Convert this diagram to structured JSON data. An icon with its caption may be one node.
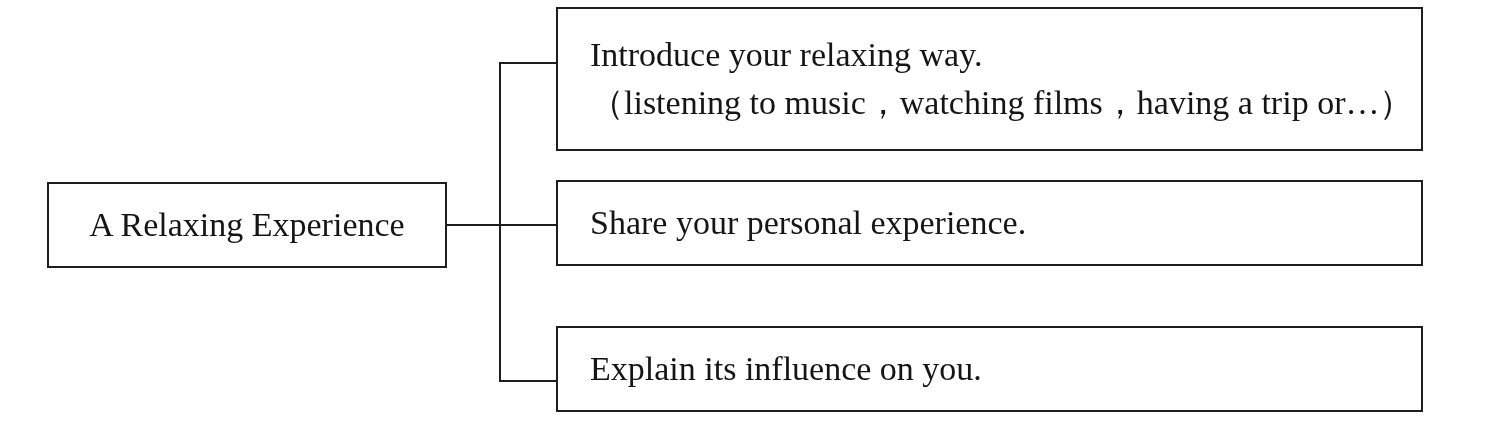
{
  "diagram": {
    "nodes": [
      {
        "text": [
          "A Relaxing Experience"
        ]
      },
      {
        "text": [
          "Introduce your relaxing way.",
          "（listening to music，watching films，having a trip or…）"
        ]
      },
      {
        "text": [
          "Share your personal experience."
        ]
      },
      {
        "text": [
          "Explain its influence on you."
        ]
      }
    ],
    "edges": [
      {
        "from": 0,
        "to": 1,
        "arrow": "none"
      },
      {
        "from": 0,
        "to": 2,
        "arrow": "none"
      },
      {
        "from": 0,
        "to": 3,
        "arrow": "none"
      }
    ]
  }
}
